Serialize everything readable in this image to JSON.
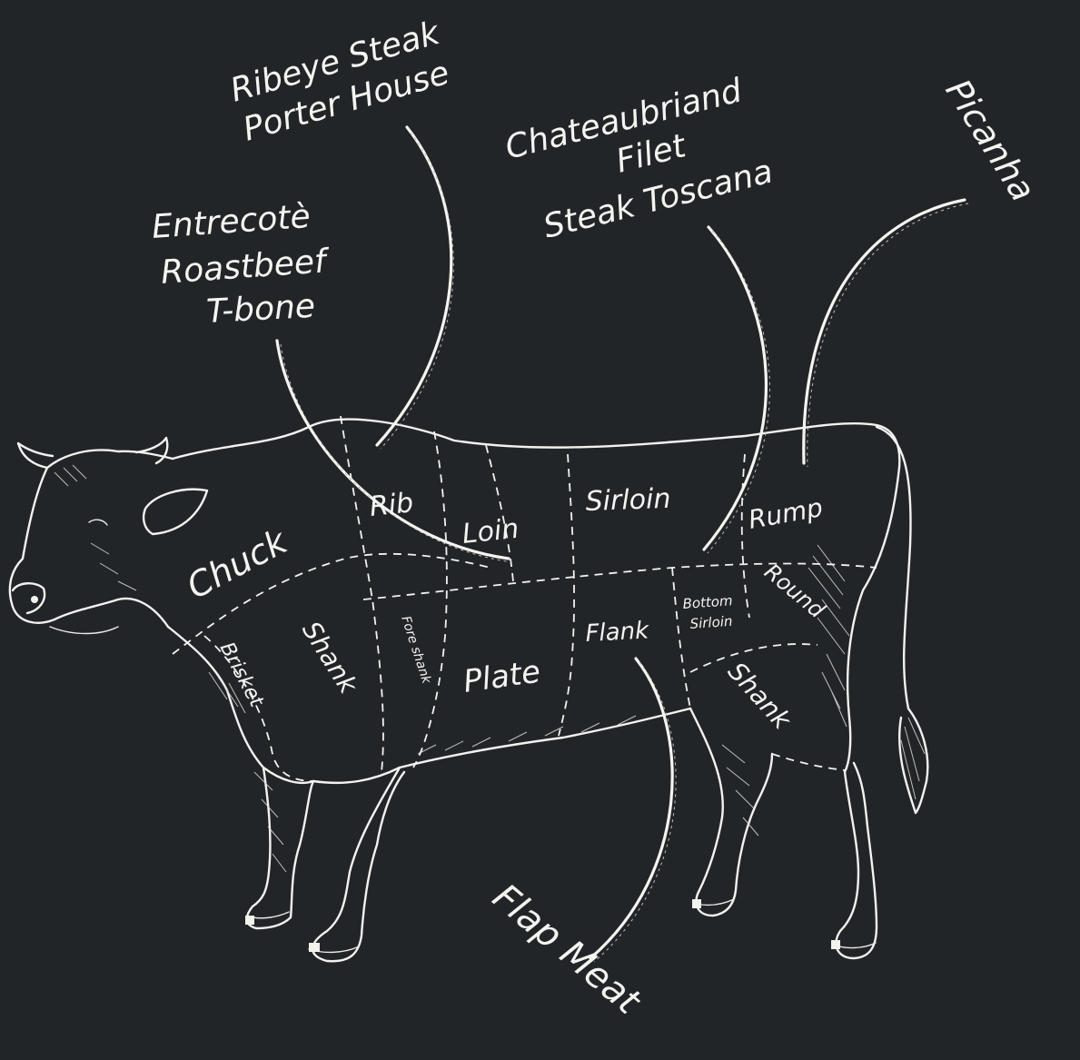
{
  "colors": {
    "background": "#222528",
    "chalk": "#f4f4f0"
  },
  "callouts": {
    "ribeye_group": {
      "line1": "Ribeye Steak",
      "line2": "Porter House"
    },
    "entrecote_group": {
      "line1": "Entrecotè",
      "line2": "Roastbeef",
      "line3": "T-bone"
    },
    "chateaubriand_group": {
      "line1": "Chateaubriand",
      "line2": "Filet",
      "line3": "Steak Toscana"
    },
    "picanha": "Picanha",
    "flap_meat": "Flap Meat"
  },
  "cuts": {
    "chuck": "Chuck",
    "rib": "Rib",
    "loin": "Loin",
    "sirloin": "Sirloin",
    "rump": "Rump",
    "round": "Round",
    "brisket": "Brisket",
    "shank_front": "Shank",
    "fore_shank": "Fore shank",
    "plate": "Plate",
    "flank": "Flank",
    "bottom_sirloin_line1": "Bottom",
    "bottom_sirloin_line2": "Sirloin",
    "shank_rear": "Shank"
  }
}
